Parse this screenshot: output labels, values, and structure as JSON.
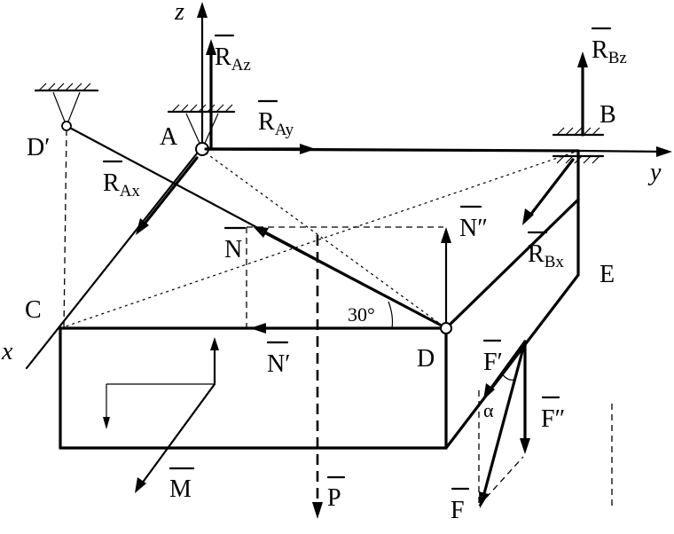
{
  "labels": {
    "z": "z",
    "y": "y",
    "x": "x",
    "A": "A",
    "B": "B",
    "C": "C",
    "D": "D",
    "D_prime": "D′",
    "E": "E",
    "R_Az": {
      "base": "R",
      "sub": "Az"
    },
    "R_Ay": {
      "base": "R",
      "sub": "Ay"
    },
    "R_Ax": {
      "base": "R",
      "sub": "Ax"
    },
    "R_Bz": {
      "base": "R",
      "sub": "Bz"
    },
    "R_Bx": {
      "base": "R",
      "sub": "Bx"
    },
    "N": "N",
    "N_prime": "N′",
    "N_double": "N″",
    "F": "F",
    "F_prime": "F′",
    "F_double": "F″",
    "M": "M",
    "P": "P",
    "angle_30": "30°",
    "alpha": "α"
  }
}
